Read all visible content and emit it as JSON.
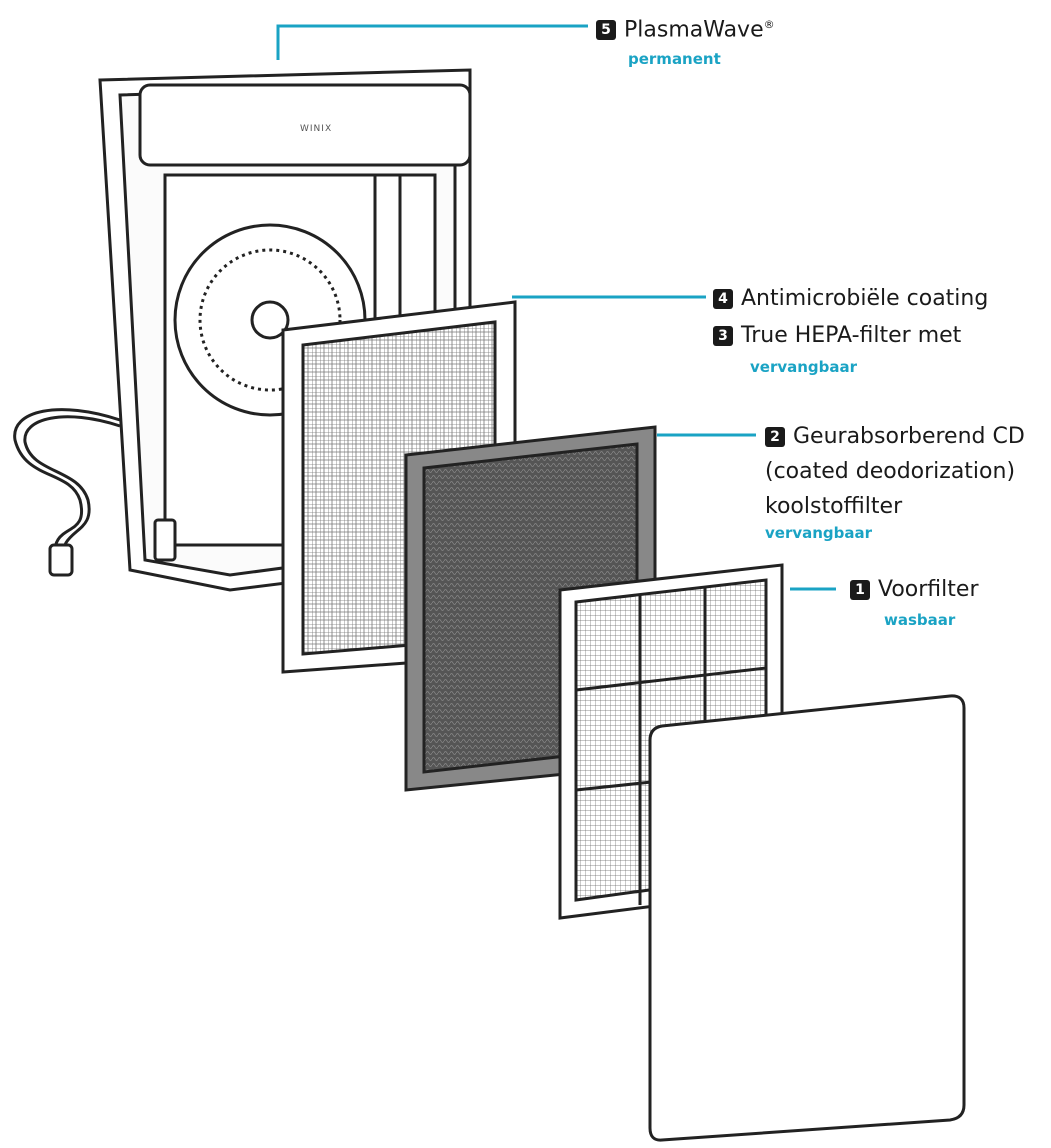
{
  "colors": {
    "accent": "#1aa3c4",
    "ink": "#1a1a1a",
    "badge_text": "#ffffff"
  },
  "device": {
    "brand": "WINIX"
  },
  "components": [
    {
      "number": "5",
      "name": "PlasmaWave",
      "mark": "®",
      "status": "permanent"
    },
    {
      "number": "4",
      "name": "Antimicrobiële coating"
    },
    {
      "number": "3",
      "name": "True HEPA-filter met",
      "status": "vervangbaar"
    },
    {
      "number": "2",
      "name_lines": [
        "Geurabsorberend CD",
        "(coated deodorization)",
        "koolstoffilter"
      ],
      "status": "vervangbaar"
    },
    {
      "number": "1",
      "name": "Voorfilter",
      "status": "wasbaar"
    }
  ]
}
